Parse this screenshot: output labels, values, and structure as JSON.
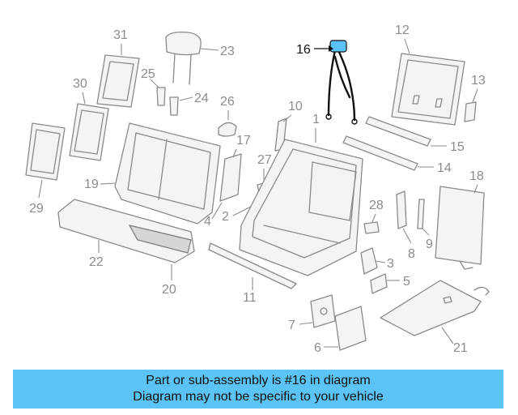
{
  "diagram": {
    "highlight_color": "#5bc3f5",
    "highlighted_part": "16",
    "callouts": {
      "c1": "1",
      "c2": "2",
      "c3": "3",
      "c4": "4",
      "c5": "5",
      "c6": "6",
      "c7": "7",
      "c8": "8",
      "c9": "9",
      "c10": "10",
      "c11": "11",
      "c12": "12",
      "c13": "13",
      "c14": "14",
      "c15": "15",
      "c16": "16",
      "c17": "17",
      "c18": "18",
      "c19": "19",
      "c20": "20",
      "c21": "21",
      "c22": "22",
      "c23": "23",
      "c24": "24",
      "c25": "25",
      "c26": "26",
      "c27": "27",
      "c28": "28",
      "c29": "29",
      "c30": "30",
      "c31": "31"
    }
  },
  "banner": {
    "line1": "Part or sub-assembly is #16 in diagram",
    "line2": "Diagram may not be specific to your vehicle",
    "background": "#5bc3f5"
  }
}
